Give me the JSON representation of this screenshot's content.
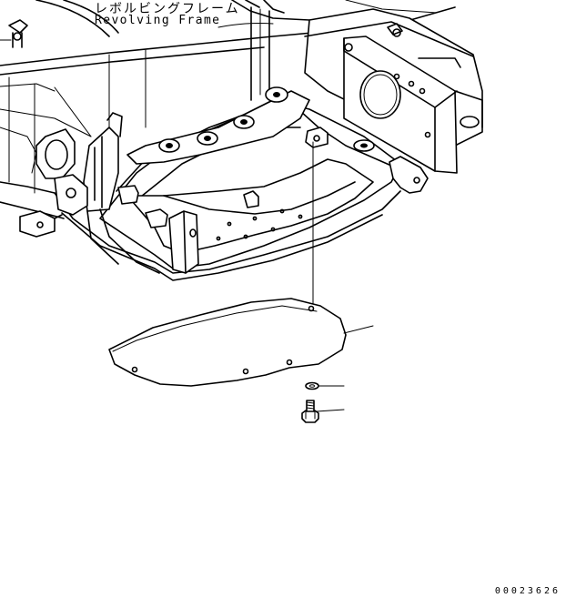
{
  "frame_label": {
    "japanese": "レボルビングフレーム",
    "english": "Revolving Frame"
  },
  "drawing_code": "00023626"
}
